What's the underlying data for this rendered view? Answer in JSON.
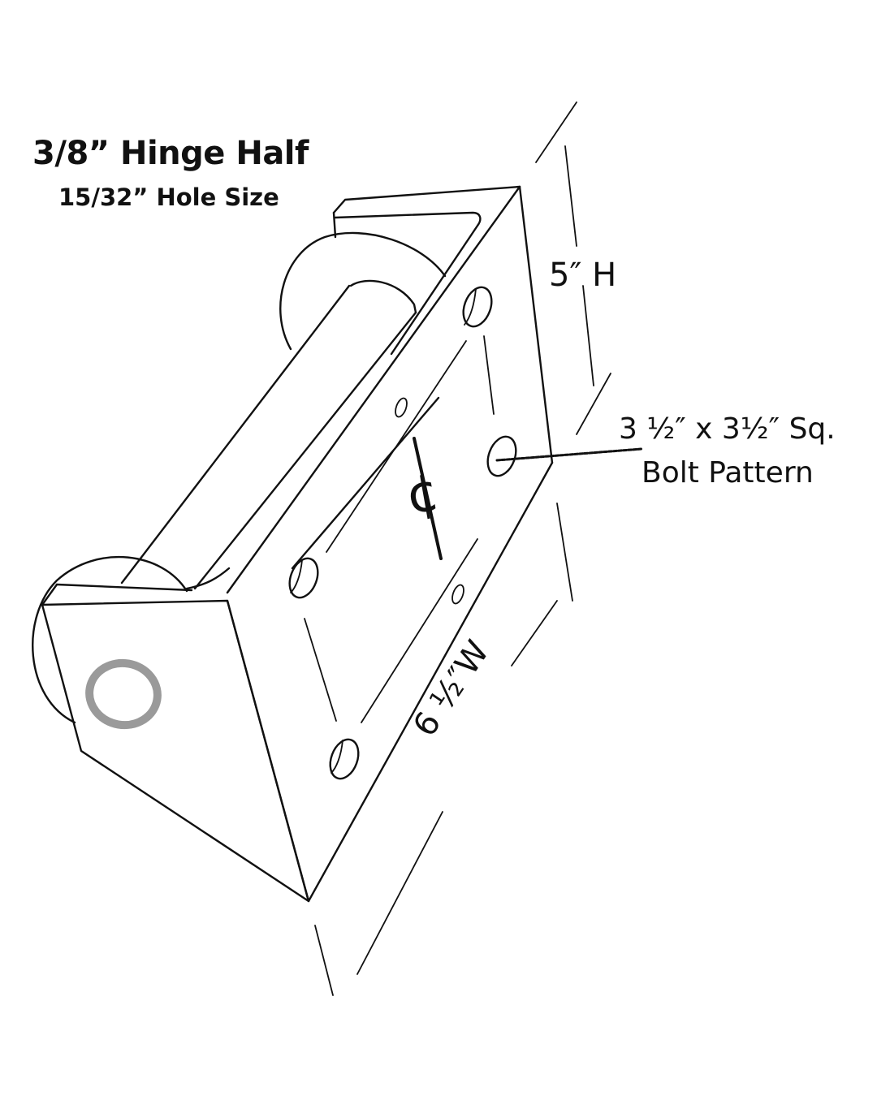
{
  "drawing": {
    "title": "3/8” Hinge Half",
    "subtitle": "15/32” Hole Size",
    "dimensions": {
      "height_label": "5″ H",
      "width_label": "6 ½″W",
      "bolt_pattern_line1": "3 ½″  x  3½″ Sq.",
      "bolt_pattern_line2": "Bolt Pattern"
    },
    "centerline_symbol": "¢",
    "colors": {
      "line": "#111111",
      "hole_ring": "#9a9a9a",
      "background": "#ffffff"
    }
  }
}
